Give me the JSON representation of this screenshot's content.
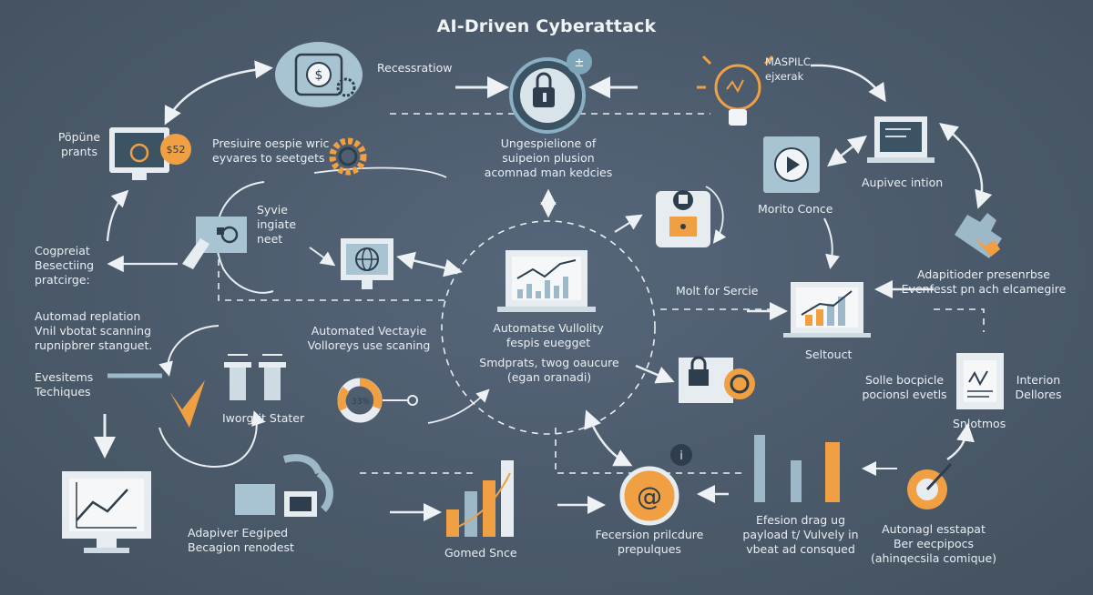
{
  "title": "AI-Driven Cyberattack",
  "labels": {
    "reconnaissance": "Recessratiow",
    "masplc": "MASPILC\nejxerak",
    "popular_prants": "Pöpüne\nprants",
    "pressure": "Presiuire oespie wric\neyvares to seetgets",
    "ungespl": "Ungespielione of\nsuipeion plusion\nacomnad man kedcies",
    "auspivec": "Aupivec intion",
    "monito": "Morito Conce",
    "cogpreiat": "Cogpreiat\nBesectiing\npratcirge:",
    "syvie": "Syvie\ningiate\nneet",
    "automated_replation": "Automad replation\nVnil vbotat scanning\nrupnipbrer stanguet.",
    "auto_vectay": "Automated Vectayie\nVolloreys use scaning",
    "auto_vulnity": "Automatse Vullolity\nfespis euegget",
    "smdprats": "Smdprats, twog oaucure\n(egan oranadi)",
    "molt_for": "Molt for Sercie",
    "adaptive_presence": "Adapitioder presenrbse\nEvenfesst pn ach elcamegire",
    "events": "Evesitems\nTechiques",
    "iworgrit": "Iworgrit Stater",
    "percent": "33%",
    "selitouct": "Seltouct",
    "solle": "Solle bocpicle\npocionsl evetls",
    "interion": "Interion\nDellores",
    "snlotmos": "Snlotmos",
    "adapiver": "Adapiver Eegiped\nBecagion renodest",
    "gomed": "Gomed Snce",
    "fecersion": "Fecersion prilcdure\nprepulques",
    "efesion": "Efesion drag ug\npayload t/ Vulvely  in\nvbeat ad consqued",
    "autonagl": "Autonagl esstapat\nBer eecpipocs\n(ahinqecsila comique)"
  },
  "icons": {
    "recon": "gear-cluster-icon",
    "lock": "padlock-icon",
    "bulb": "lightbulb-icon",
    "monitor_sun": "monitor-sun-icon",
    "gear": "gear-icon",
    "laptop_doc": "laptop-document-icon",
    "play": "play-icon",
    "puzzle": "puzzle-icon",
    "hand": "hand-pointer-icon",
    "globe": "globe-monitor-icon",
    "chart": "chart-laptop-icon",
    "lock2": "lock-shield-icon",
    "check": "checkmark-icon",
    "filter": "funnel-icon",
    "donut": "donut-chart-icon",
    "email": "at-sign-icon",
    "target": "target-icon"
  },
  "colors": {
    "background": "#4b5a6a",
    "accent_orange": "#f0a042",
    "accent_blue": "#9db8c8",
    "line": "#e7edf1"
  }
}
